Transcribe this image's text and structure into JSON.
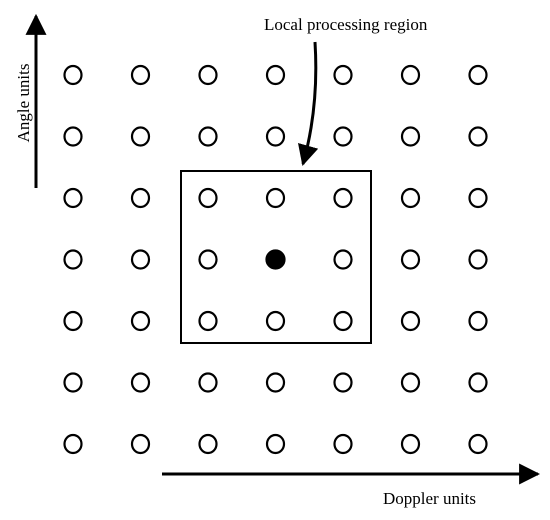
{
  "diagram": {
    "annotation": "Local processing region",
    "y_axis_label": "Angle units",
    "x_axis_label": "Doppler units",
    "grid": {
      "rows": 7,
      "cols": 7,
      "cell_under_test": {
        "row": 3,
        "col": 3
      },
      "local_region": {
        "row_start": 2,
        "row_end": 4,
        "col_start": 2,
        "col_end": 4
      }
    },
    "colors": {
      "stroke": "#000000",
      "background": "#ffffff",
      "cell_under_test_fill": "#000000"
    }
  }
}
